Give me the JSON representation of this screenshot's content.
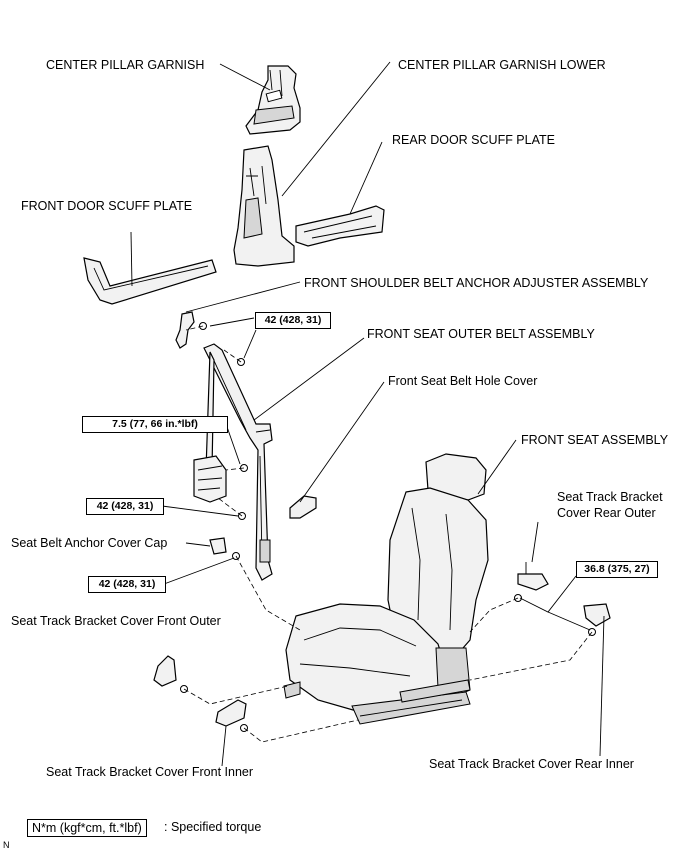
{
  "labels": {
    "center_pillar_garnish": "CENTER PILLAR GARNISH",
    "center_pillar_garnish_lower": "CENTER PILLAR GARNISH LOWER",
    "rear_door_scuff_plate": "REAR DOOR SCUFF PLATE",
    "front_door_scuff_plate": "FRONT DOOR SCUFF PLATE",
    "front_shoulder_belt_anchor_adjuster": "FRONT SHOULDER BELT ANCHOR ADJUSTER ASSEMBLY",
    "front_seat_outer_belt": "FRONT SEAT OUTER BELT ASSEMBLY",
    "front_seat_belt_hole_cover": "Front Seat Belt Hole Cover",
    "front_seat_assembly": "FRONT SEAT ASSEMBLY",
    "seat_track_bracket_cover_rear_outer": "Seat Track Bracket Cover Rear Outer",
    "seat_belt_anchor_cover_cap": "Seat Belt Anchor Cover Cap",
    "seat_track_bracket_cover_front_outer": "Seat Track Bracket Cover Front Outer",
    "seat_track_bracket_cover_front_inner": "Seat Track Bracket Cover Front Inner",
    "seat_track_bracket_cover_rear_inner": "Seat Track Bracket Cover Rear Inner"
  },
  "torques": {
    "anchor_adjuster": "42 (428, 31)",
    "retractor": "7.5 (77, 66 in.*lbf)",
    "retractor_lower": "42 (428, 31)",
    "anchor_floor": "42 (428, 31)",
    "seat_rear": "36.8 (375, 27)"
  },
  "legend": {
    "unit": "N*m (kgf*cm, ft.*lbf)",
    "description": ": Specified torque",
    "mark": "N"
  }
}
